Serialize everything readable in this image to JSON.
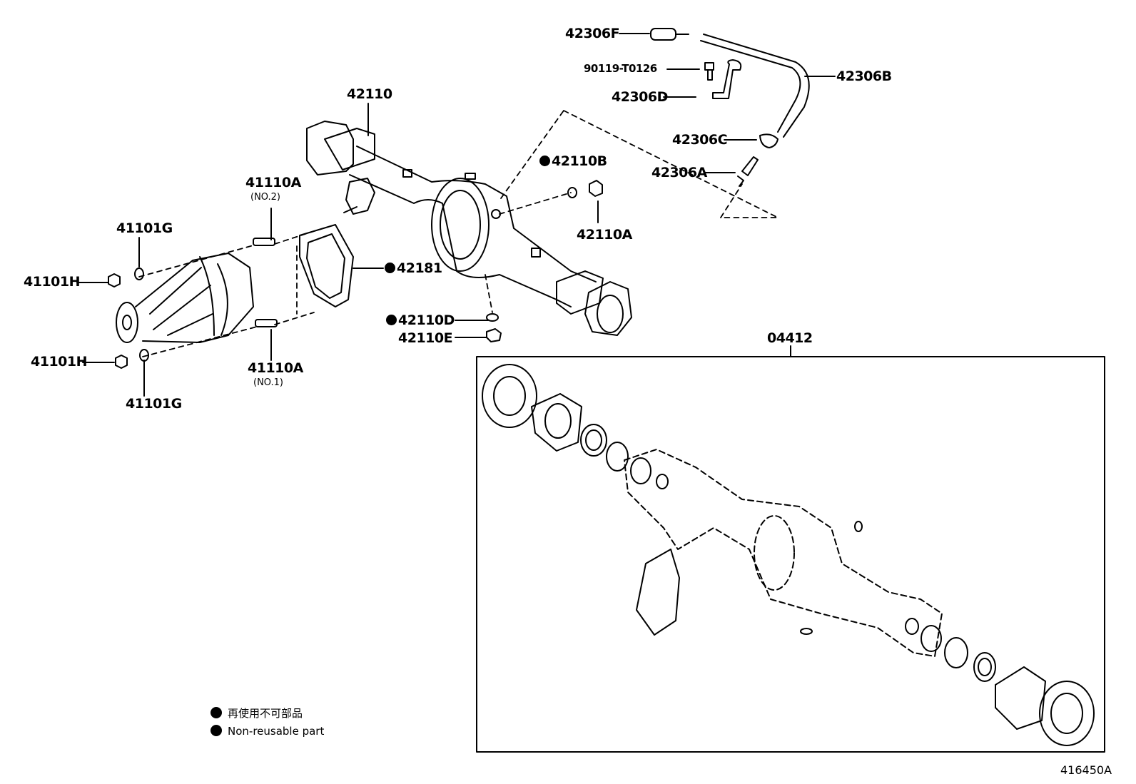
{
  "parts": {
    "p42306F": "42306F",
    "p90119": "90119-T0126",
    "p42306B": "42306B",
    "p42306D": "42306D",
    "p42306C": "42306C",
    "p42306A": "42306A",
    "p42110": "42110",
    "p42110B": "42110B",
    "p42110A_right": "42110A",
    "p41110A_top": "41110A",
    "p41110A_top_note": "(NO.2)",
    "p41101G_top": "41101G",
    "p41101H_top": "41101H",
    "p42181": "42181",
    "p42110D": "42110D",
    "p42110E": "42110E",
    "p41110A_bottom": "41110A",
    "p41110A_bottom_note": "(NO.1)",
    "p41101H_bottom": "41101H",
    "p41101G_bottom": "41101G",
    "p04412": "04412"
  },
  "legend": {
    "line1": "再使用不可部品",
    "line2": "Non-reusable part"
  },
  "figure_id": "416450A",
  "colors": {
    "ink": "#000000",
    "background": "#ffffff"
  }
}
